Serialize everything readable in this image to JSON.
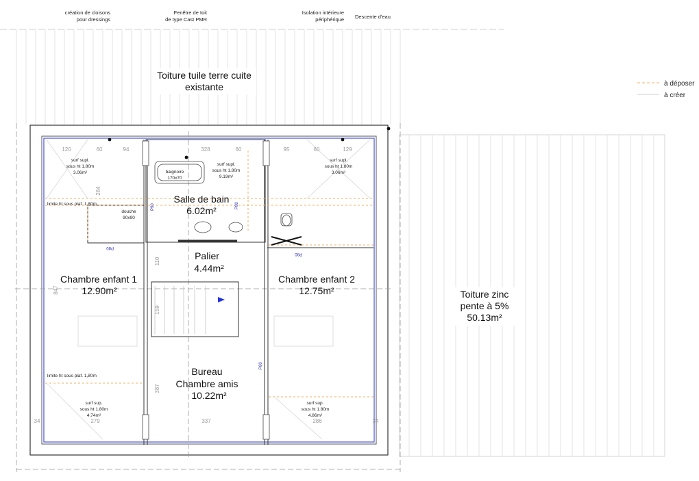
{
  "annotations": {
    "cloisons_l1": "création de cloisons",
    "cloisons_l2": "pour dressings",
    "fenetre_l1": "Fenêtre de toit",
    "fenetre_l2": "de type Cast PMR",
    "isolation_l1": "Isolation intérieure",
    "isolation_l2": "périphérique",
    "descente": "Descente d'eau"
  },
  "legend": {
    "deposer": "à déposer",
    "creer": "à créer",
    "deposer_color": "#f0b060",
    "creer_color": "#cfcfcf"
  },
  "roof_tile": {
    "line1": "Toiture tuile terre cuite",
    "line2": "existante"
  },
  "roof_zinc": {
    "line1": "Toiture zinc",
    "line2": "pente à 5%",
    "line3": "50.13m²"
  },
  "rooms": {
    "salle_bain": {
      "name": "Salle de bain",
      "area": "6.02m²"
    },
    "palier": {
      "name": "Palier",
      "area": "4.44m²"
    },
    "chambre1": {
      "name": "Chambre enfant 1",
      "area": "12.90m²"
    },
    "chambre2": {
      "name": "Chambre enfant 2",
      "area": "12.75m²"
    },
    "bureau": {
      "line1": "Bureau",
      "line2": "Chambre amis",
      "area": "10.22m²"
    }
  },
  "surfaces": {
    "s1": {
      "l1": "surf supl.",
      "l2": "sous ht 1.80m",
      "l3": "3.06m²"
    },
    "s2": {
      "l1": "surf supl.",
      "l2": "sous ht 1.80m",
      "l3": "9.19m²"
    },
    "s3": {
      "l1": "surf supl.",
      "l2": "sous ht 1.80m",
      "l3": "3.06m²"
    },
    "s4": {
      "l1": "surf sup.",
      "l2": "sous ht 1.80m",
      "l3": "4.74m²"
    },
    "s5": {
      "l1": "surf sup.",
      "l2": "sous ht 1.80m",
      "l3": "4.86m²"
    }
  },
  "limits": {
    "top": "limite ht sous plaf. 1,80m",
    "bottom": "limite ht sous plaf. 1,80m"
  },
  "fixtures": {
    "baignoire": "baignoire",
    "baignoire_size": "170x70",
    "douche": "douche",
    "douche_size": "90x90"
  },
  "dimensions": {
    "d120": "120",
    "d60a": "60",
    "d94": "94",
    "d328": "328",
    "d60b": "60",
    "d95": "95",
    "d60c": "60",
    "d129": "129",
    "d284": "284",
    "d847": "847",
    "d110": "110",
    "d159": "159",
    "d387": "387",
    "d279": "279",
    "d337": "337",
    "d286": "286",
    "d34a": "34",
    "d34b": "34"
  },
  "door_tags": {
    "p90a": "P80",
    "p90b": "P90",
    "p90c": "P80",
    "p90d": "P80",
    "p90e": "P80"
  }
}
